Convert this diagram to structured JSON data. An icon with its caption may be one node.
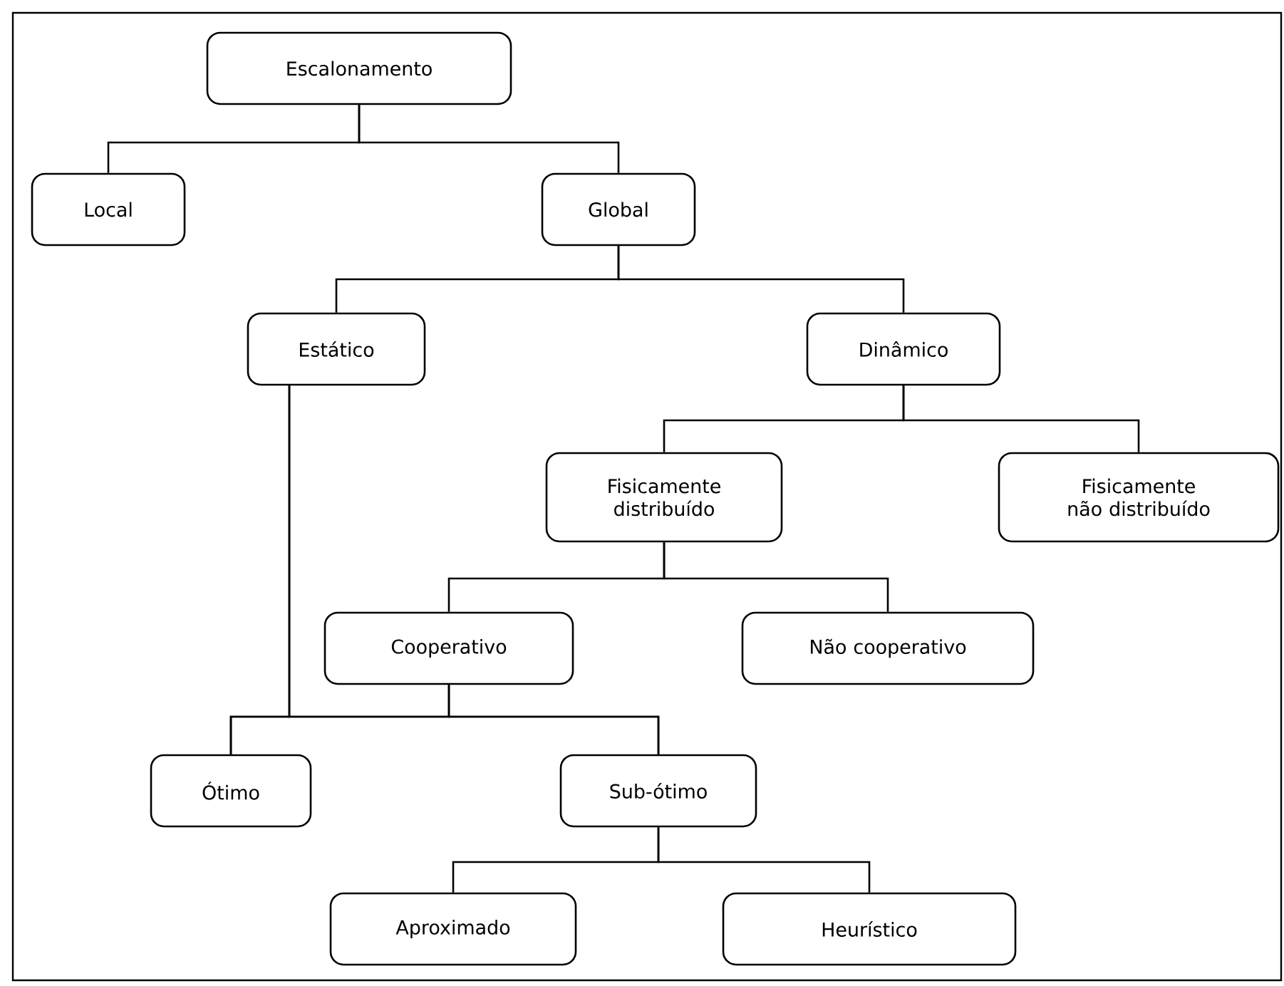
{
  "diagram": {
    "nodes": [
      {
        "text": [
          "Escalonamento"
        ]
      },
      {
        "text": [
          "Local"
        ]
      },
      {
        "text": [
          "Global"
        ]
      },
      {
        "text": [
          "Estático"
        ]
      },
      {
        "text": [
          "Dinâmico"
        ]
      },
      {
        "text": [
          "Fisicamente distribuído"
        ]
      },
      {
        "text": [
          "Fisicamente não distribuído"
        ]
      },
      {
        "text": [
          "Cooperativo"
        ]
      },
      {
        "text": [
          "Não cooperativo"
        ]
      },
      {
        "text": [
          "Ótimo"
        ]
      },
      {
        "text": [
          "Sub-ótimo"
        ]
      },
      {
        "text": [
          "Aproximado"
        ]
      },
      {
        "text": [
          "Heurístico"
        ]
      }
    ],
    "edges": [
      {
        "from": 0,
        "to": 1,
        "arrow": "none"
      },
      {
        "from": 0,
        "to": 2,
        "arrow": "none"
      },
      {
        "from": 2,
        "to": 3,
        "arrow": "none"
      },
      {
        "from": 2,
        "to": 4,
        "arrow": "none"
      },
      {
        "from": 4,
        "to": 5,
        "arrow": "none"
      },
      {
        "from": 4,
        "to": 6,
        "arrow": "none"
      },
      {
        "from": 5,
        "to": 7,
        "arrow": "none"
      },
      {
        "from": 5,
        "to": 8,
        "arrow": "none"
      },
      {
        "from": 3,
        "to": 9,
        "arrow": "none"
      },
      {
        "from": 3,
        "to": 10,
        "arrow": "none"
      },
      {
        "from": 7,
        "to": 9,
        "arrow": "none"
      },
      {
        "from": 7,
        "to": 10,
        "arrow": "none"
      },
      {
        "from": 10,
        "to": 11,
        "arrow": "none"
      },
      {
        "from": 10,
        "to": 12,
        "arrow": "none"
      }
    ]
  }
}
